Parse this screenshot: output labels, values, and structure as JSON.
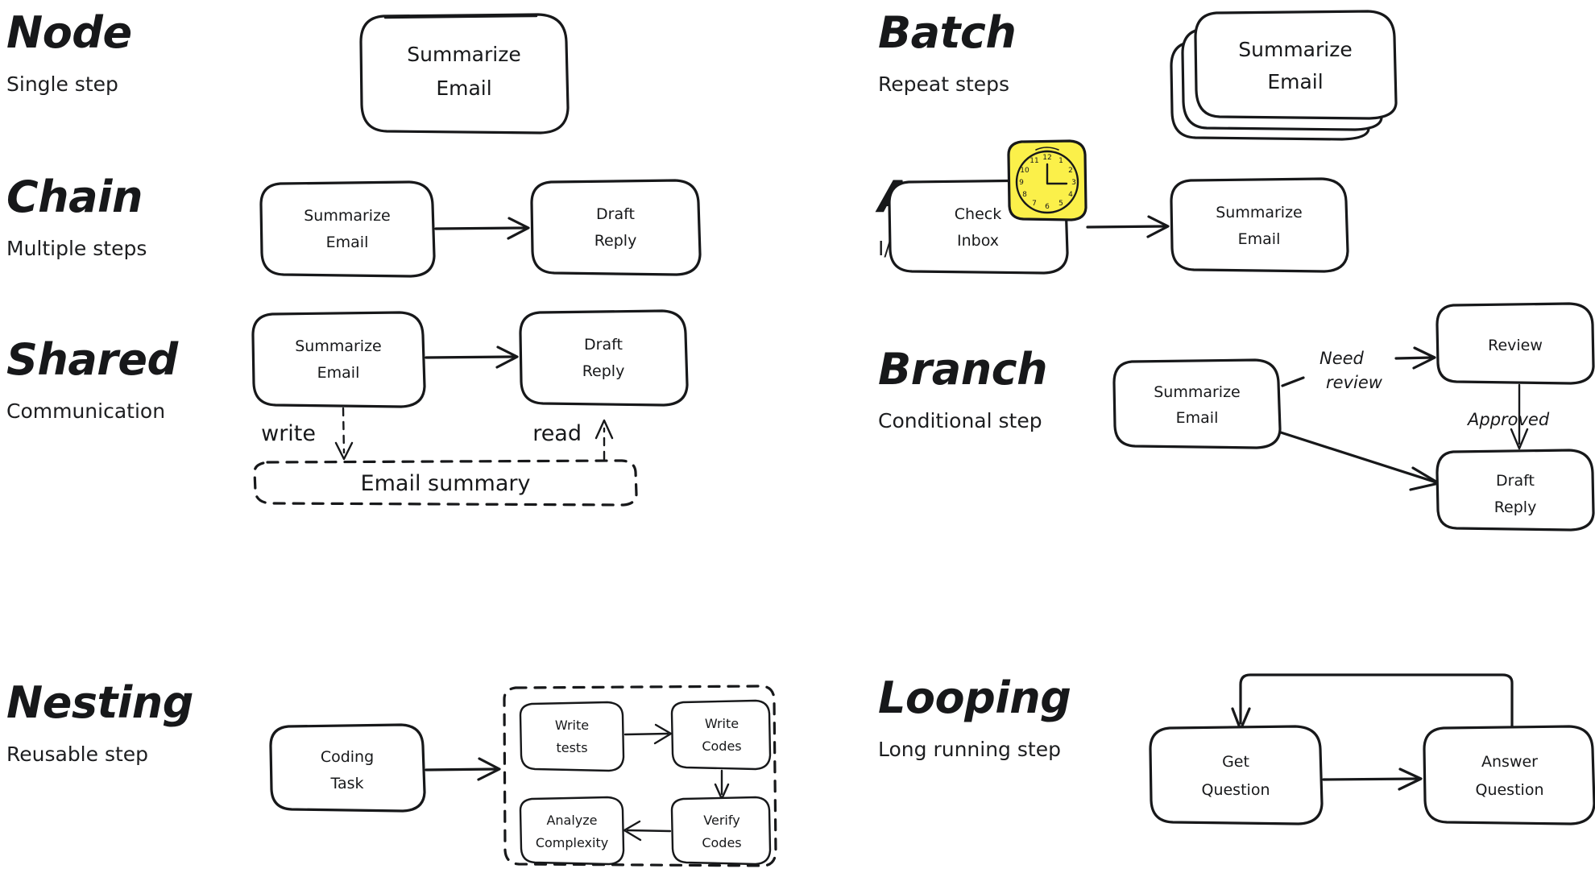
{
  "diagram": {
    "title_style": "hand-drawn whiteboard sketch",
    "sections": [
      {
        "id": "node",
        "title": "Node",
        "subtitle": "Single step",
        "nodes": [
          "Summarize\nEmail"
        ],
        "node_labels": {
          "n1_line1": "Summarize",
          "n1_line2": "Email"
        }
      },
      {
        "id": "batch",
        "title": "Batch",
        "subtitle": "Repeat steps",
        "stack_count": 3,
        "node_labels": {
          "n1_line1": "Summarize",
          "n1_line2": "Email"
        }
      },
      {
        "id": "chain",
        "title": "Chain",
        "subtitle": "Multiple steps",
        "node_labels": {
          "n1_line1": "Summarize",
          "n1_line2": "Email",
          "n2_line1": "Draft",
          "n2_line2": "Reply"
        }
      },
      {
        "id": "async",
        "title": "Async",
        "subtitle": "I/O Wait",
        "node_labels": {
          "n1_line1": "Check",
          "n1_line2": "Inbox",
          "n2_line1": "Summarize",
          "n2_line2": "Email"
        },
        "clock": {
          "icon": "alarm-clock-icon",
          "color": "#fbf04a",
          "numbers": [
            "12",
            "1",
            "2",
            "3",
            "4",
            "5",
            "6",
            "7",
            "8",
            "9",
            "10",
            "11"
          ]
        }
      },
      {
        "id": "shared",
        "title": "Shared",
        "subtitle": "Communication",
        "node_labels": {
          "n1_line1": "Summarize",
          "n1_line2": "Email",
          "n2_line1": "Draft",
          "n2_line2": "Reply"
        },
        "edge_labels": {
          "write": "write",
          "read": "read"
        },
        "store_label": "Email summary"
      },
      {
        "id": "branch",
        "title": "Branch",
        "subtitle": "Conditional step",
        "node_labels": {
          "n1_line1": "Summarize",
          "n1_line2": "Email",
          "n2": "Review",
          "n3_line1": "Draft",
          "n3_line2": "Reply"
        },
        "edge_labels": {
          "need_line1": "Need",
          "need_line2": "review",
          "approved": "Approved"
        }
      },
      {
        "id": "nesting",
        "title": "Nesting",
        "subtitle": "Reusable step",
        "node_labels": {
          "n1_line1": "Coding",
          "n1_line2": "Task",
          "sub1_line1": "Write",
          "sub1_line2": "tests",
          "sub2_line1": "Write",
          "sub2_line2": "Codes",
          "sub3_line1": "Verify",
          "sub3_line2": "Codes",
          "sub4_line1": "Analyze",
          "sub4_line2": "Complexity"
        }
      },
      {
        "id": "looping",
        "title": "Looping",
        "subtitle": "Long running step",
        "node_labels": {
          "n1_line1": "Get",
          "n1_line2": "Question",
          "n2_line1": "Answer",
          "n2_line2": "Question"
        }
      }
    ],
    "colors": {
      "ink": "#17181a",
      "background": "#ffffff",
      "accent_yellow": "#fbf04a"
    }
  }
}
